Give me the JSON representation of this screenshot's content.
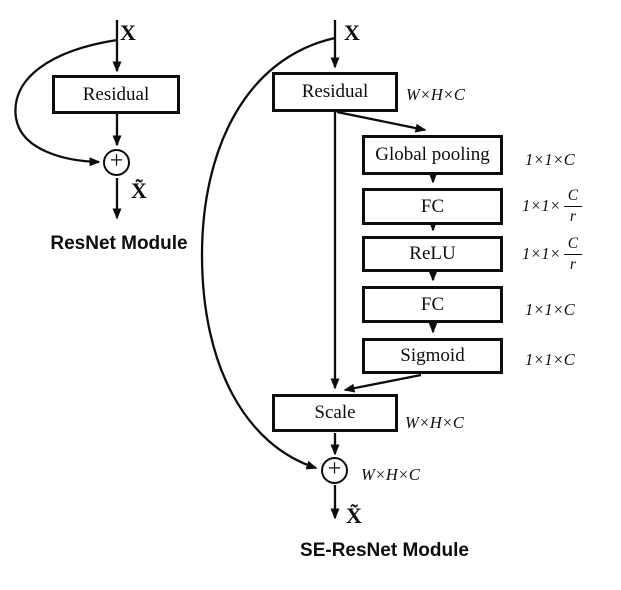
{
  "resnet": {
    "input_label": "X",
    "residual_label": "Residual",
    "sum_symbol": "+",
    "output_label": "X̃",
    "title": "ResNet Module"
  },
  "se_resnet": {
    "input_label": "X",
    "residual_label": "Residual",
    "residual_dim": "W×H×C",
    "branch": [
      {
        "label": "Global pooling",
        "dim": "1×1×C"
      },
      {
        "label": "FC",
        "dim_prefix": "1×1×",
        "dim_numerator": "C",
        "dim_denominator": "r"
      },
      {
        "label": "ReLU",
        "dim_prefix": "1×1×",
        "dim_numerator": "C",
        "dim_denominator": "r"
      },
      {
        "label": "FC",
        "dim": "1×1×C"
      },
      {
        "label": "Sigmoid",
        "dim": "1×1×C"
      }
    ],
    "scale_label": "Scale",
    "scale_dim": "W×H×C",
    "sum_symbol": "+",
    "sum_dim": "W×H×C",
    "output_label": "X̃",
    "title": "SE-ResNet Module"
  },
  "colors": {
    "ink": "#0d0d0d",
    "background": "#ffffff"
  }
}
